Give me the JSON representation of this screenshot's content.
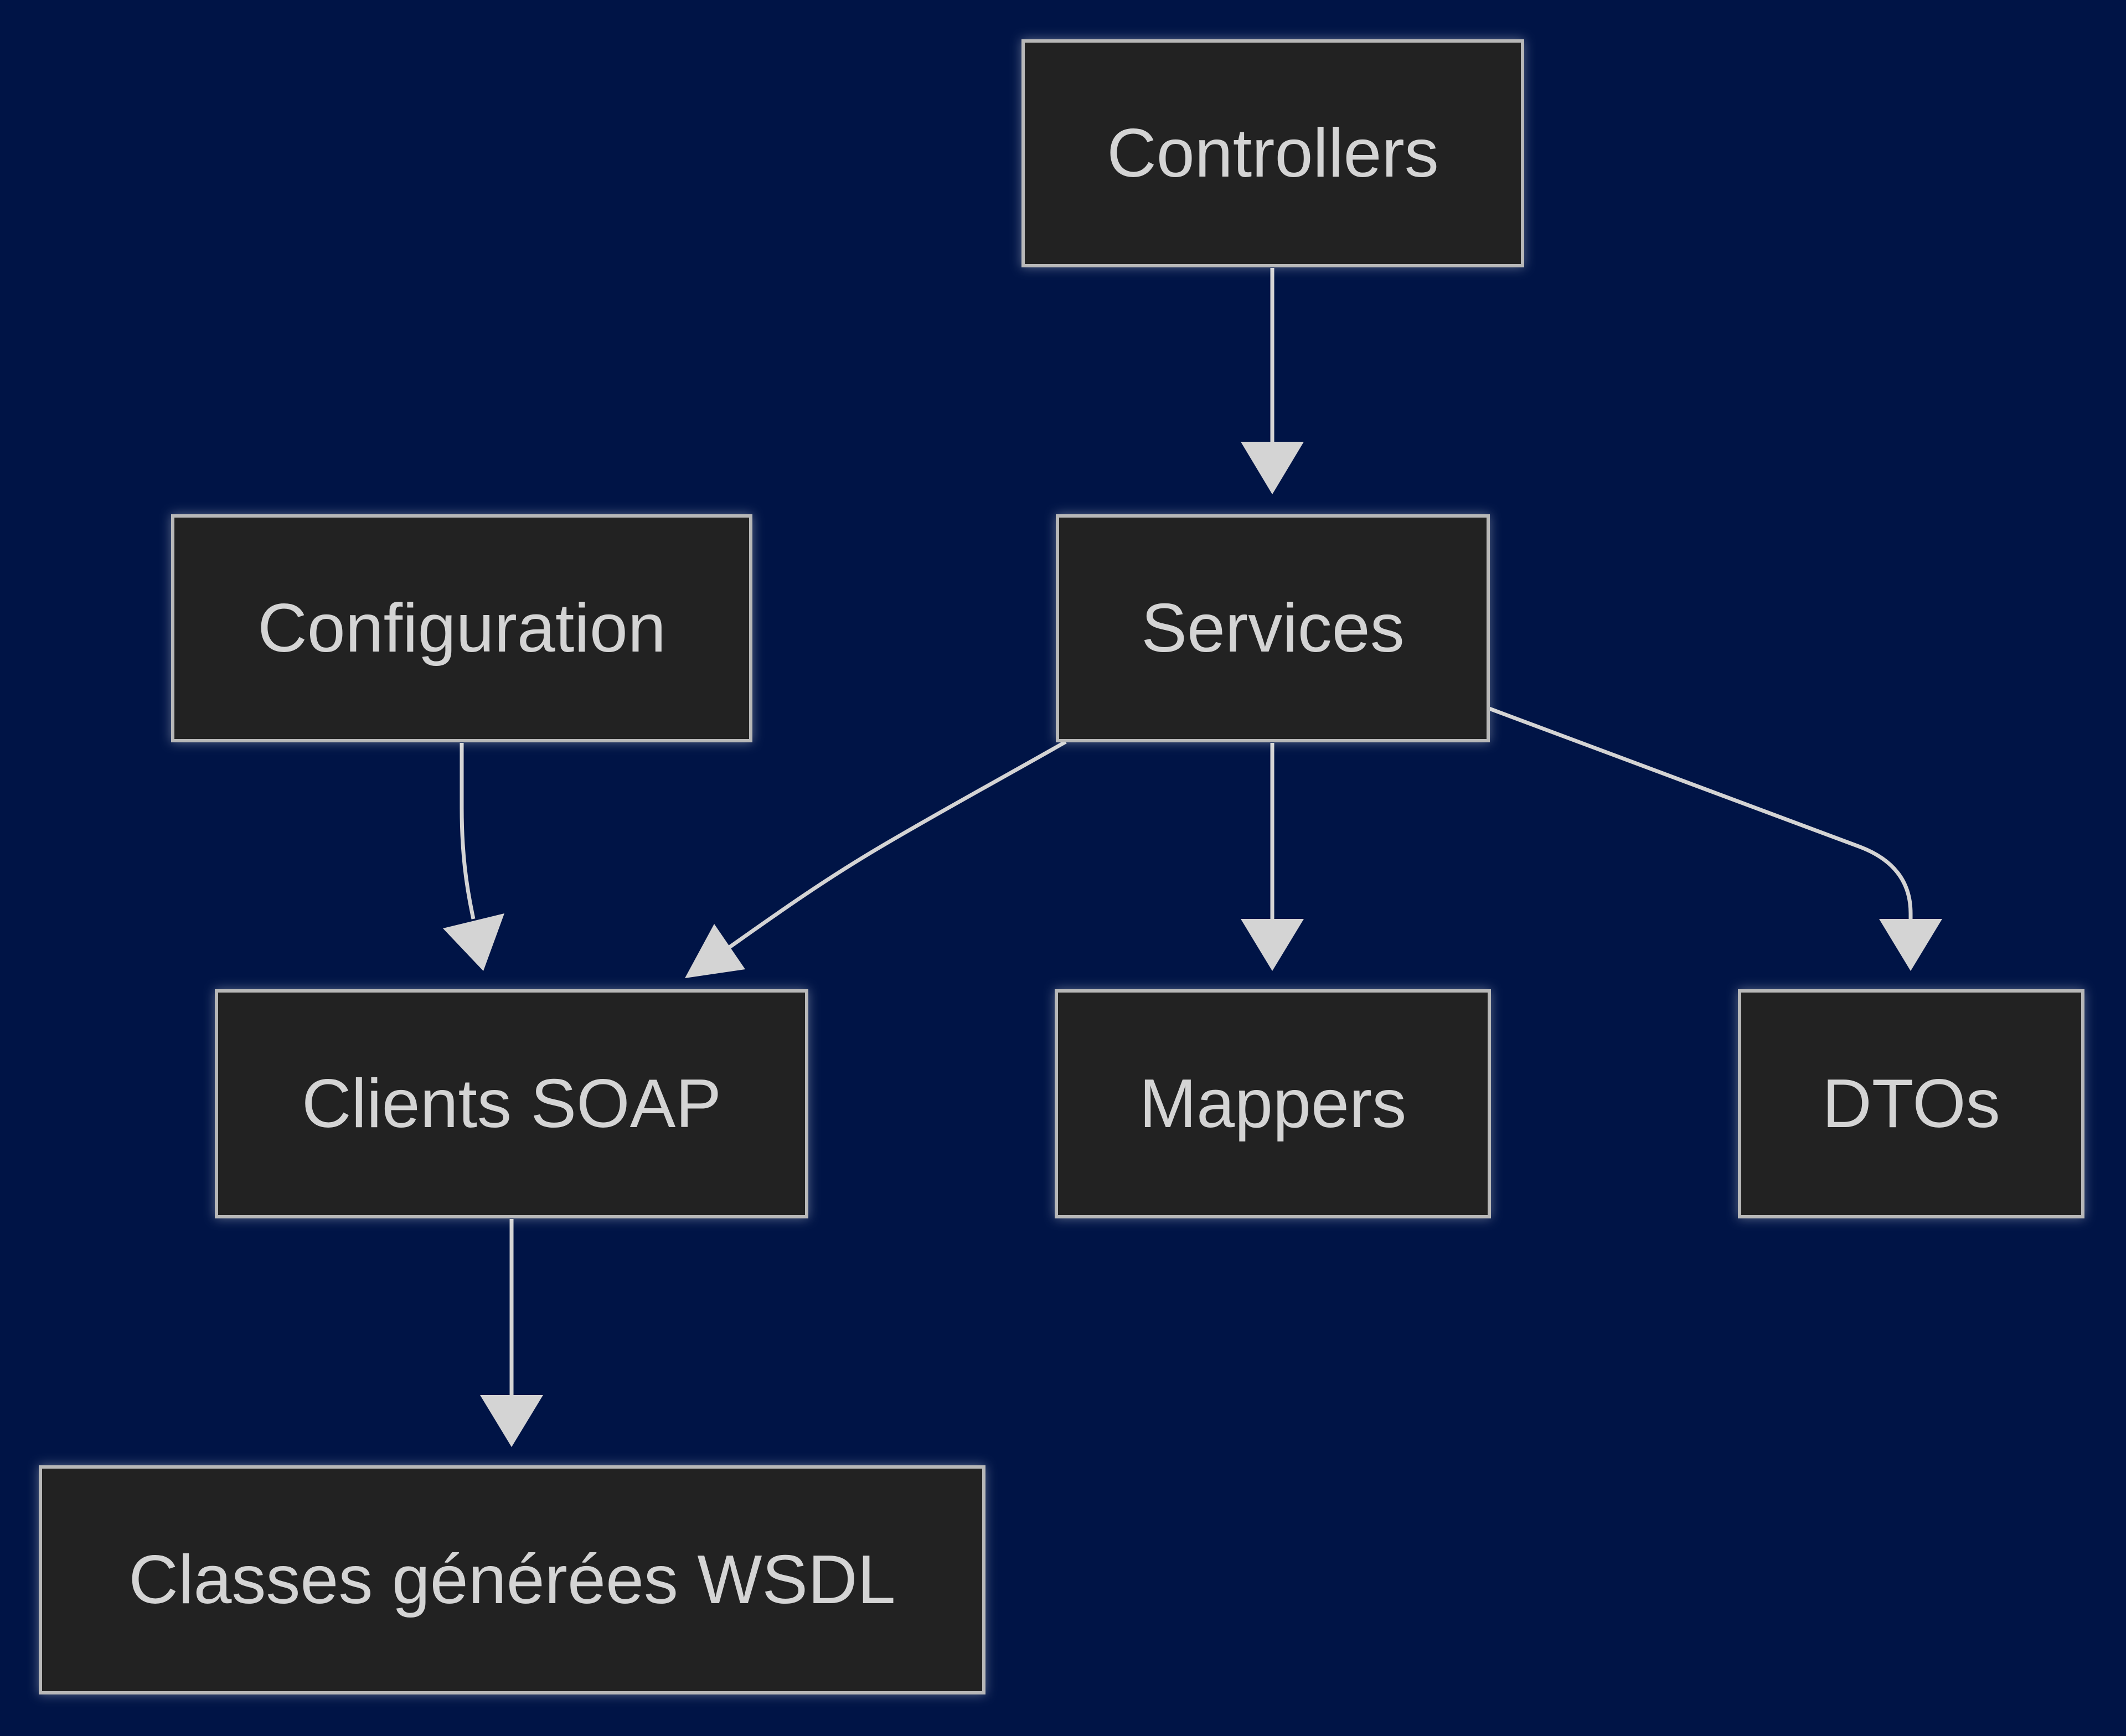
{
  "colors": {
    "background": "#001446",
    "node_fill": "#212322",
    "node_stroke": "#b8b8b8",
    "text": "#d4d4d4",
    "edge": "#d4d4d4"
  },
  "nodes": {
    "controllers": "Controllers",
    "services": "Services",
    "configuration": "Configuration",
    "clients_soap": "Clients SOAP",
    "mappers": "Mappers",
    "dtos": "DTOs",
    "classes_wsdl": "Classes générées WSDL"
  },
  "edges": [
    {
      "from": "controllers",
      "to": "services"
    },
    {
      "from": "services",
      "to": "clients_soap"
    },
    {
      "from": "services",
      "to": "mappers"
    },
    {
      "from": "services",
      "to": "dtos"
    },
    {
      "from": "configuration",
      "to": "clients_soap"
    },
    {
      "from": "clients_soap",
      "to": "classes_wsdl"
    }
  ]
}
